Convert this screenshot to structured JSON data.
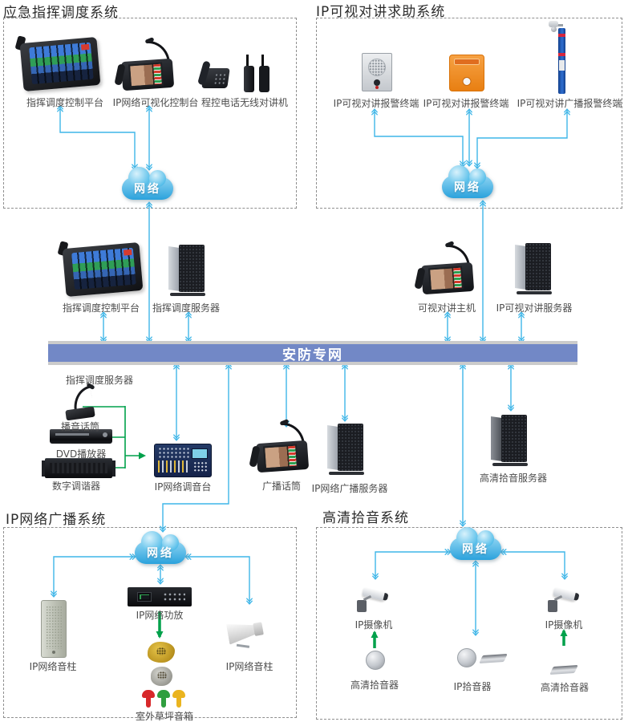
{
  "colors": {
    "wire": "#3fb6e8",
    "green": "#00a14b",
    "busfill": "#7288c6",
    "busedge": "#cbcbcb",
    "cloud_top": "#8fd4f2",
    "cloud_bottom": "#2ba2dc",
    "title": "#2b2b2b",
    "label": "#4d4d4d"
  },
  "sections": {
    "emergency": {
      "title": "应急指挥调度系统"
    },
    "intercom": {
      "title": "IP可视对讲求助系统"
    },
    "broadcast": {
      "title": "IP网络广播系统"
    },
    "pickup": {
      "title": "高清拾音系统"
    }
  },
  "backbone": {
    "label": "安防专网"
  },
  "cloud_label": "网络",
  "devices": {
    "dispatch_console_top": "指挥调度控制平台",
    "ip_visual_console": "IP网络可视化控制台",
    "pbx_phone": "程控电话",
    "walkie_talkie": "无线对讲机",
    "alarm_terminal_silver": "IP可视对讲报警终端",
    "alarm_terminal_orange": "IP可视对讲报警终端",
    "broadcast_alarm_pole": "IP可视对讲广播报警终端",
    "dispatch_console_mid": "指挥调度控制平台",
    "dispatch_server": "指挥调度服务器",
    "intercom_host": "可视对讲主机",
    "intercom_server": "IP可视对讲服务器",
    "dispatch_server_tag": "指挥调度服务器",
    "announce_mic": "播音话筒",
    "dvd_player": "DVD播放器",
    "digital_tuner": "数字调谐器",
    "network_mixer": "IP网络调音台",
    "broadcast_mic": "广播话筒",
    "broadcast_server": "IP网络广播服务器",
    "hd_pickup_server": "高清拾音服务器",
    "network_amplifier": "IP网络功放",
    "column_speaker_left": "IP网络音柱",
    "column_speaker_right": "IP网络音柱",
    "lawn_speakers": "室外草坪音箱",
    "ip_camera_left": "IP摄像机",
    "ip_camera_right": "IP摄像机",
    "hd_pickup_left": "高清拾音器",
    "ip_pickup": "IP拾音器",
    "hd_pickup_right": "高清拾音器"
  }
}
